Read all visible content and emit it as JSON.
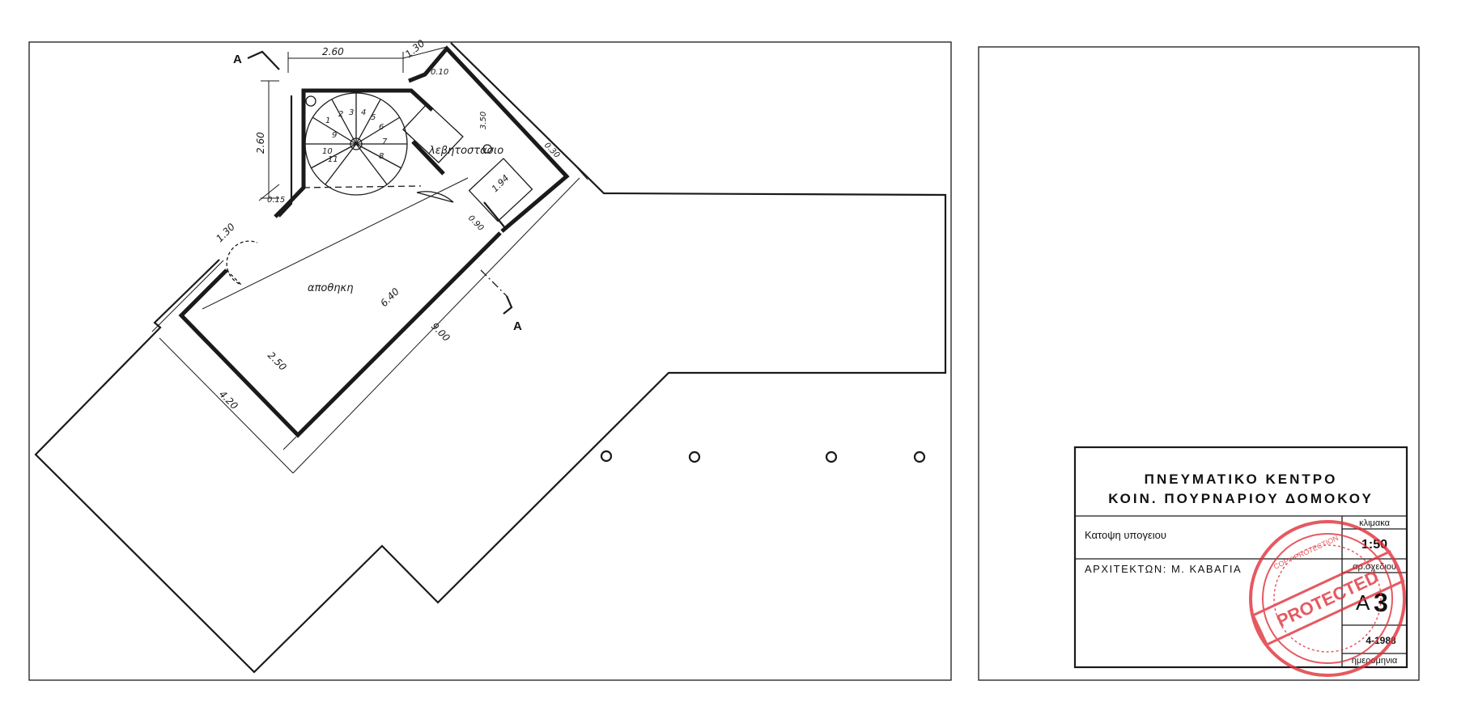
{
  "plan": {
    "section_marker": "A",
    "rooms": {
      "storage": "αποθηκη",
      "boiler_room": "λεβητοστασιο"
    },
    "dimensions": {
      "d_2_60_top": "2.60",
      "d_1_30": "1.30",
      "d_0_10": "0.10",
      "d_2_60_side": "2.60",
      "d_0_15": "0.15",
      "d_1_30_left": "1.30",
      "d_1_94": "1.94",
      "d_0_90": "0.90",
      "d_6_40": "6.40",
      "d_9_00": "9.00",
      "d_2_50": "2.50",
      "d_4_20": "4.20",
      "d_0_30": "0.30",
      "d_3_50": "3.50"
    },
    "stair_steps": [
      "1",
      "2",
      "3",
      "4",
      "5",
      "6",
      "7",
      "8",
      "9",
      "10",
      "11"
    ]
  },
  "title_block": {
    "project_line1": "ΠΝΕΥΜΑΤΙΚΟ ΚΕΝΤΡΟ",
    "project_line2": "ΚΟΙΝ. ΠΟΥΡΝΑΡΙΟΥ ΔΟΜΟΚΟΥ",
    "scale_label": "κλιμακα",
    "scale_value": "1:50",
    "drawing_title": "Κατοψη υπογειου",
    "architect": "ΑΡΧΙΤΕΚΤΩΝ: Μ. ΚΑΒΑΓΙΑ",
    "sheet_label": "αρ.σχεδιου",
    "sheet_prefix": "Α",
    "sheet_number": "3",
    "date_value": "4-1988",
    "date_label": "ημερομηνια"
  },
  "stamp": {
    "text": "PROTECTED",
    "ring_text": "COPY PROTECTION",
    "color": "#e0303a"
  }
}
